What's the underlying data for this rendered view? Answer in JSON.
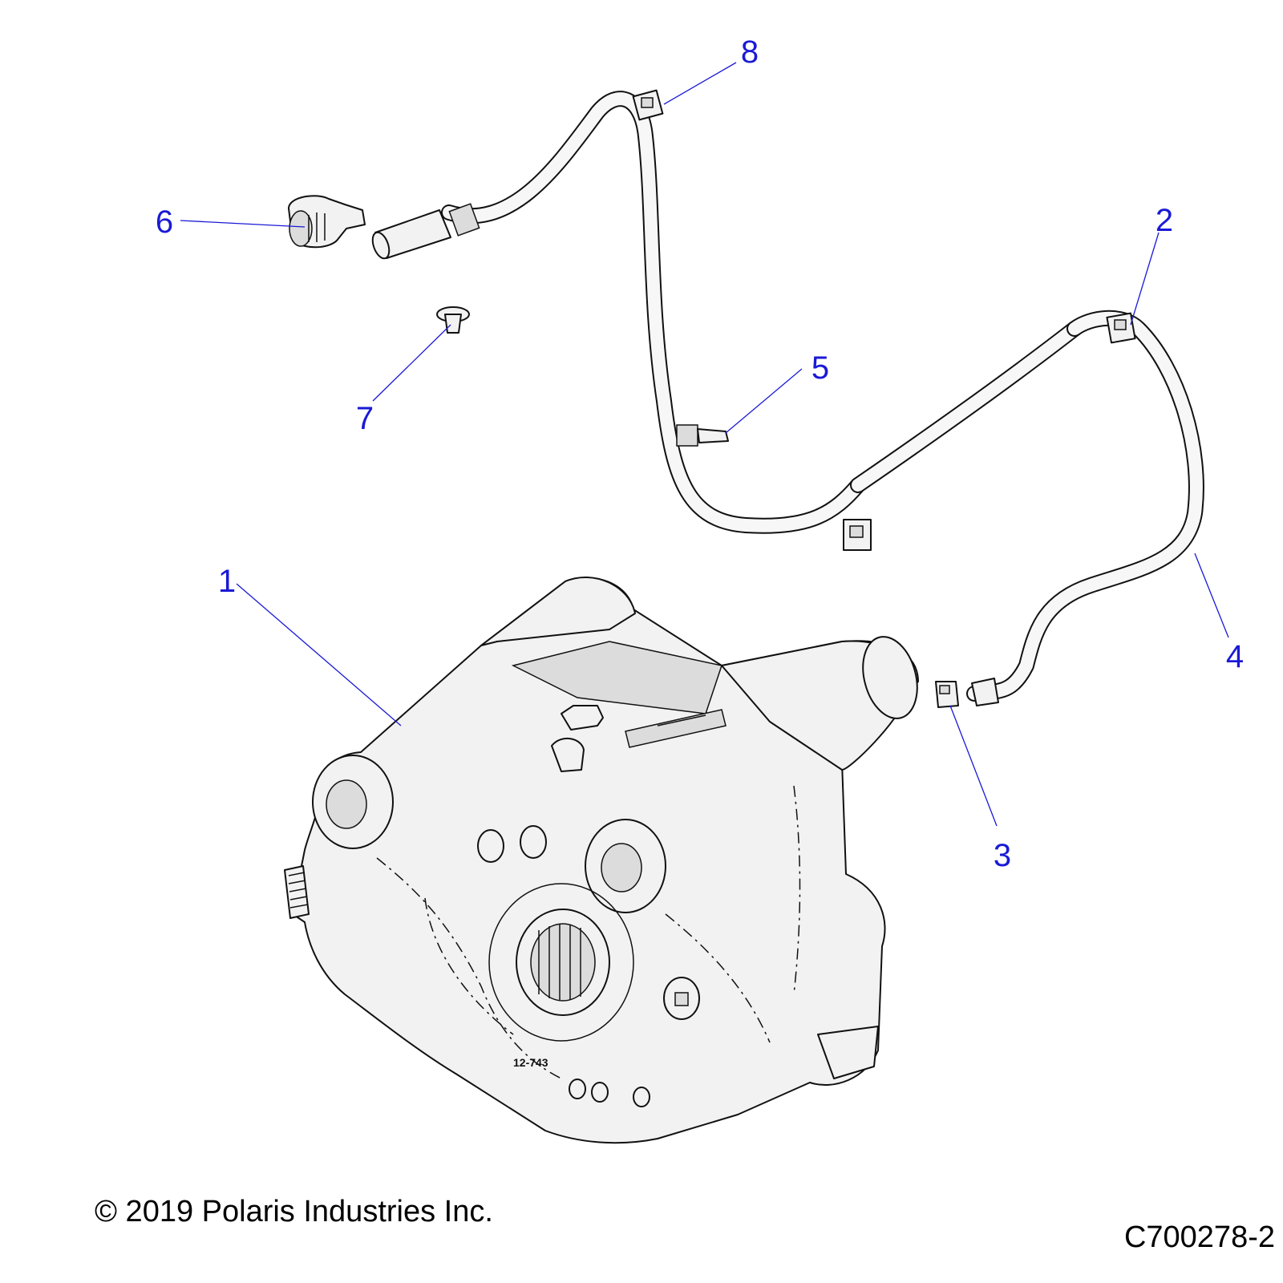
{
  "callouts": {
    "c1": "1",
    "c2": "2",
    "c3": "3",
    "c4": "4",
    "c5": "5",
    "c6": "6",
    "c7": "7",
    "c8": "8"
  },
  "label_text": {
    "part_number": "12-743"
  },
  "footer": {
    "copyright": "© 2019 Polaris Industries Inc.",
    "figure_id": "C700278-2"
  },
  "colors": {
    "callout": "#1a1ad6",
    "outline": "#111111",
    "fill": "#f2f2f2"
  }
}
